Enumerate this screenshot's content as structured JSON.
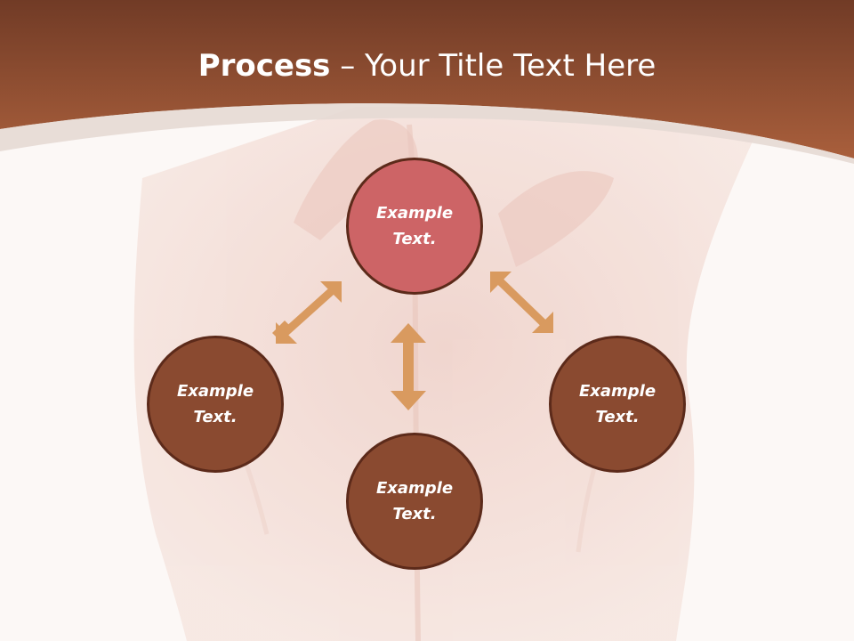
{
  "slide": {
    "title_bold": "Process",
    "title_rest": " – Your Title Text Here",
    "nodes": [
      {
        "label": "Example\nText.",
        "color": "#cd6466"
      },
      {
        "label": "Example\nText.",
        "color": "#8a4a30"
      },
      {
        "label": "Example\nText.",
        "color": "#8a4a30"
      },
      {
        "label": "Example\nText.",
        "color": "#8a4a30"
      }
    ]
  },
  "colors": {
    "banner": "#8a4a30",
    "arrow": "#d99a5f",
    "node_border": "#5c2a1a",
    "background": "#fcf8f6"
  }
}
